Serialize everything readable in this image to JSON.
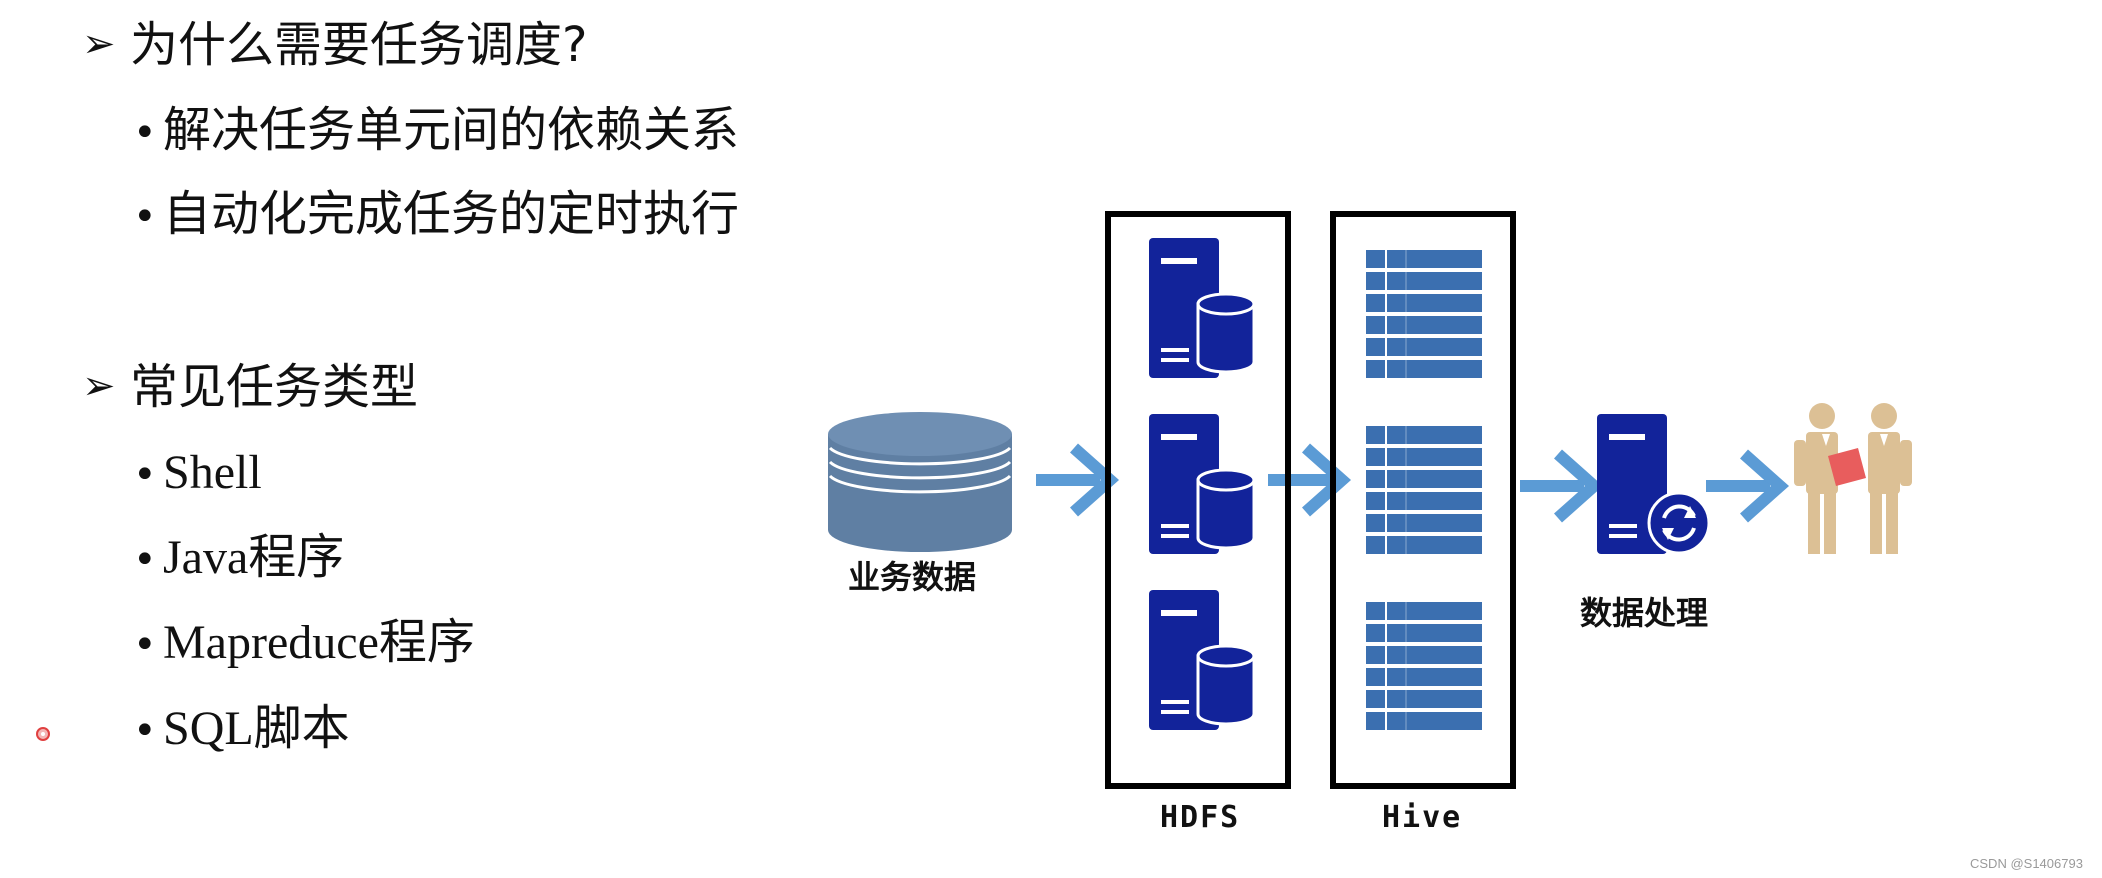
{
  "section1": {
    "marker": "➢",
    "title": "为什么需要任务调度?",
    "bullets": [
      "解决任务单元间的依赖关系",
      "自动化完成任务的定时执行"
    ]
  },
  "section2": {
    "marker": "➢",
    "title": "常见任务类型",
    "bullets": [
      "Shell",
      "Java程序",
      "Mapreduce程序",
      "SQL脚本"
    ]
  },
  "bullet_symbol": "•",
  "diagram": {
    "source_label": "业务数据",
    "hdfs_label": "HDFS",
    "hive_label": "Hive",
    "process_label": "数据处理",
    "icons": [
      "database-cylinder-icon",
      "server-database-icon",
      "table-icon",
      "server-sync-icon",
      "people-icon"
    ],
    "colors": {
      "cylinder": "#5f7fa3",
      "server": "#12239a",
      "table": "#3b6fb0",
      "arrow": "#5b9bd5",
      "people": "#dcc095",
      "document": "#e85d5d"
    }
  },
  "watermark": "CSDN @S1406793"
}
